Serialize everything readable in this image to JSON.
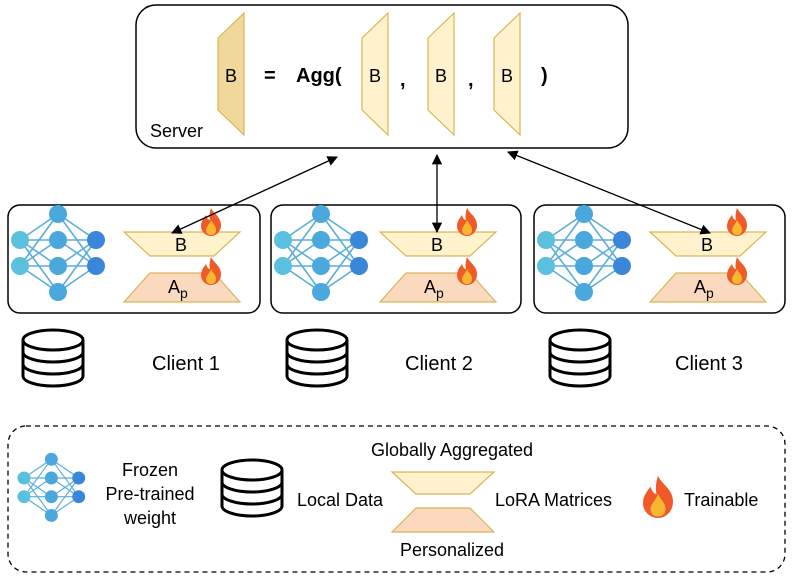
{
  "server": {
    "label": "Server",
    "equals": "=",
    "agg_open": "Agg(",
    "comma": ",",
    "close": ")",
    "matrix_label": "B"
  },
  "clients": [
    {
      "label": "Client 1",
      "b_label": "B",
      "a_label": "A",
      "a_sub": "p"
    },
    {
      "label": "Client 2",
      "b_label": "B",
      "a_label": "A",
      "a_sub": "p"
    },
    {
      "label": "Client 3",
      "b_label": "B",
      "a_label": "A",
      "a_sub": "p"
    }
  ],
  "legend": {
    "frozen_line1": "Frozen",
    "frozen_line2": "Pre-trained",
    "frozen_line3": "weight",
    "local_data": "Local Data",
    "globally_aggregated": "Globally Aggregated",
    "lora_matrices": "LoRA Matrices",
    "personalized": "Personalized",
    "trainable": "Trainable"
  },
  "colors": {
    "node_light": "#5bc0de",
    "node_dark": "#3a86d8",
    "edge": "#5aaed8",
    "matrix_b_fill": "#fff2cc",
    "matrix_b_stroke": "#d6b656",
    "matrix_b_server_fill": "#f0d89a",
    "matrix_a_fill": "#fad9bf",
    "matrix_a_stroke": "#d6b656"
  }
}
